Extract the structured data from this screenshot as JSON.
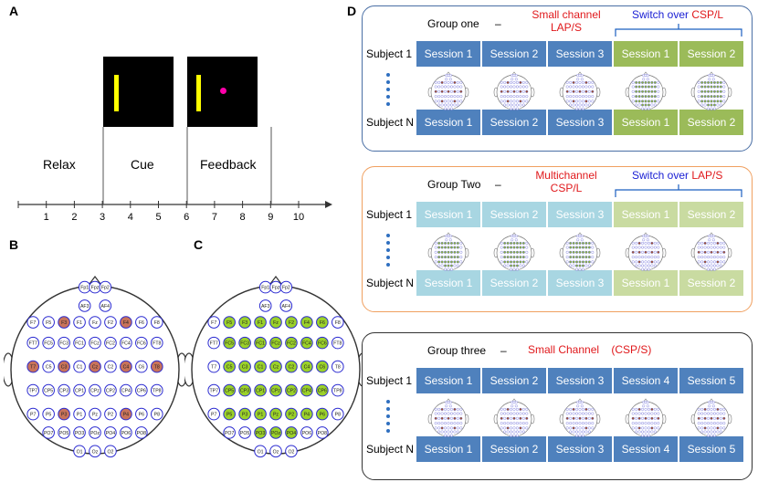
{
  "panel_a": {
    "letter": "A",
    "phases": [
      "Relax",
      "Cue",
      "Feedback"
    ],
    "ticks": [
      "1",
      "2",
      "3",
      "4",
      "5",
      "6",
      "7",
      "8",
      "9",
      "10"
    ],
    "colors": {
      "bar": "#ffff00",
      "target": "#ff00aa"
    }
  },
  "panel_b": {
    "letter": "B",
    "highlight_color": "#c8735a",
    "electrodes": [
      "Fp1",
      "Fpz",
      "Fp2",
      "AF3",
      "AF4",
      "F7",
      "F5",
      "F3",
      "F1",
      "Fz",
      "F2",
      "F4",
      "F6",
      "F8",
      "FT7",
      "FC5",
      "FC3",
      "FC1",
      "FCz",
      "FC2",
      "FC4",
      "FC6",
      "FT8",
      "T7",
      "C5",
      "C3",
      "C1",
      "Cz",
      "C2",
      "C4",
      "C6",
      "T8",
      "TP7",
      "CP5",
      "CP3",
      "CP1",
      "CPz",
      "CP2",
      "CP4",
      "CP6",
      "TP8",
      "P7",
      "P5",
      "P3",
      "P1",
      "Pz",
      "P2",
      "P4",
      "P6",
      "P8",
      "PO7",
      "PO5",
      "PO3",
      "POz",
      "PO4",
      "PO6",
      "PO8",
      "O1",
      "Oz",
      "O2"
    ],
    "highlighted": [
      "T7",
      "C3",
      "Cz",
      "C4",
      "T8",
      "F3",
      "F4",
      "P3",
      "P4"
    ]
  },
  "panel_c": {
    "letter": "C",
    "highlight_color": "#9bd12a",
    "electrodes": [
      "Fp1",
      "Fpz",
      "Fp2",
      "AF3",
      "AF4",
      "F7",
      "F5",
      "F3",
      "F1",
      "Fz",
      "F2",
      "F4",
      "F6",
      "F8",
      "FT7",
      "FC5",
      "FC3",
      "FC1",
      "FCz",
      "FC2",
      "FC4",
      "FC6",
      "FT8",
      "T7",
      "C5",
      "C3",
      "C1",
      "Cz",
      "C2",
      "C4",
      "C6",
      "T8",
      "TP7",
      "CP5",
      "CP3",
      "CP1",
      "CPz",
      "CP2",
      "CP4",
      "CP6",
      "TP8",
      "P7",
      "P5",
      "P3",
      "P1",
      "Pz",
      "P2",
      "P4",
      "P6",
      "P8",
      "PO7",
      "PO5",
      "PO3",
      "POz",
      "PO4",
      "PO6",
      "PO8",
      "O1",
      "Oz",
      "O2"
    ],
    "highlighted": [
      "F5",
      "F3",
      "F1",
      "Fz",
      "F2",
      "F4",
      "F6",
      "FC5",
      "FC3",
      "FC1",
      "FCz",
      "FC2",
      "FC4",
      "FC6",
      "C5",
      "C3",
      "C1",
      "Cz",
      "C2",
      "C4",
      "C6",
      "CP5",
      "CP3",
      "CP1",
      "CPz",
      "CP2",
      "CP4",
      "CP6",
      "P5",
      "P3",
      "P1",
      "Pz",
      "P2",
      "P4",
      "P6",
      "PO3",
      "POz",
      "PO4"
    ]
  },
  "panel_d": {
    "letter": "D",
    "dash": "–",
    "subject_first": "Subject 1",
    "subject_last": "Subject N",
    "groups": [
      {
        "title": "Group one",
        "condition": "Small channel\nLAP/S",
        "switch_prefix": "Switch over ",
        "switch_target": "CSP/L",
        "border": "#4a6fa5",
        "sessions": [
          "Session 1",
          "Session 2",
          "Session 3",
          "Session 1",
          "Session 2"
        ],
        "colors": [
          "#4f81bd",
          "#4f81bd",
          "#4f81bd",
          "#9bbb59",
          "#9bbb59"
        ],
        "montage": [
          "small",
          "small",
          "small",
          "large",
          "large"
        ]
      },
      {
        "title": "Group Two",
        "condition": "Multichannel\nCSP/L",
        "switch_prefix": "Switch over ",
        "switch_target": "LAP/S",
        "border": "#f0a060",
        "sessions": [
          "Session 1",
          "Session 2",
          "Session 3",
          "Session 1",
          "Session 2"
        ],
        "colors": [
          "#a8d6e2",
          "#a8d6e2",
          "#a8d6e2",
          "#c9dba1",
          "#c9dba1"
        ],
        "montage": [
          "large",
          "large",
          "large",
          "small",
          "small"
        ]
      },
      {
        "title": "Group three",
        "condition": "Small Channel    (CSP/S)",
        "switch_prefix": "",
        "switch_target": "",
        "border": "#333333",
        "sessions": [
          "Session 1",
          "Session 2",
          "Session 3",
          "Session 4",
          "Session 5"
        ],
        "colors": [
          "#4f81bd",
          "#4f81bd",
          "#4f81bd",
          "#4f81bd",
          "#4f81bd"
        ],
        "montage": [
          "small",
          "small",
          "small",
          "small",
          "small"
        ]
      }
    ]
  }
}
